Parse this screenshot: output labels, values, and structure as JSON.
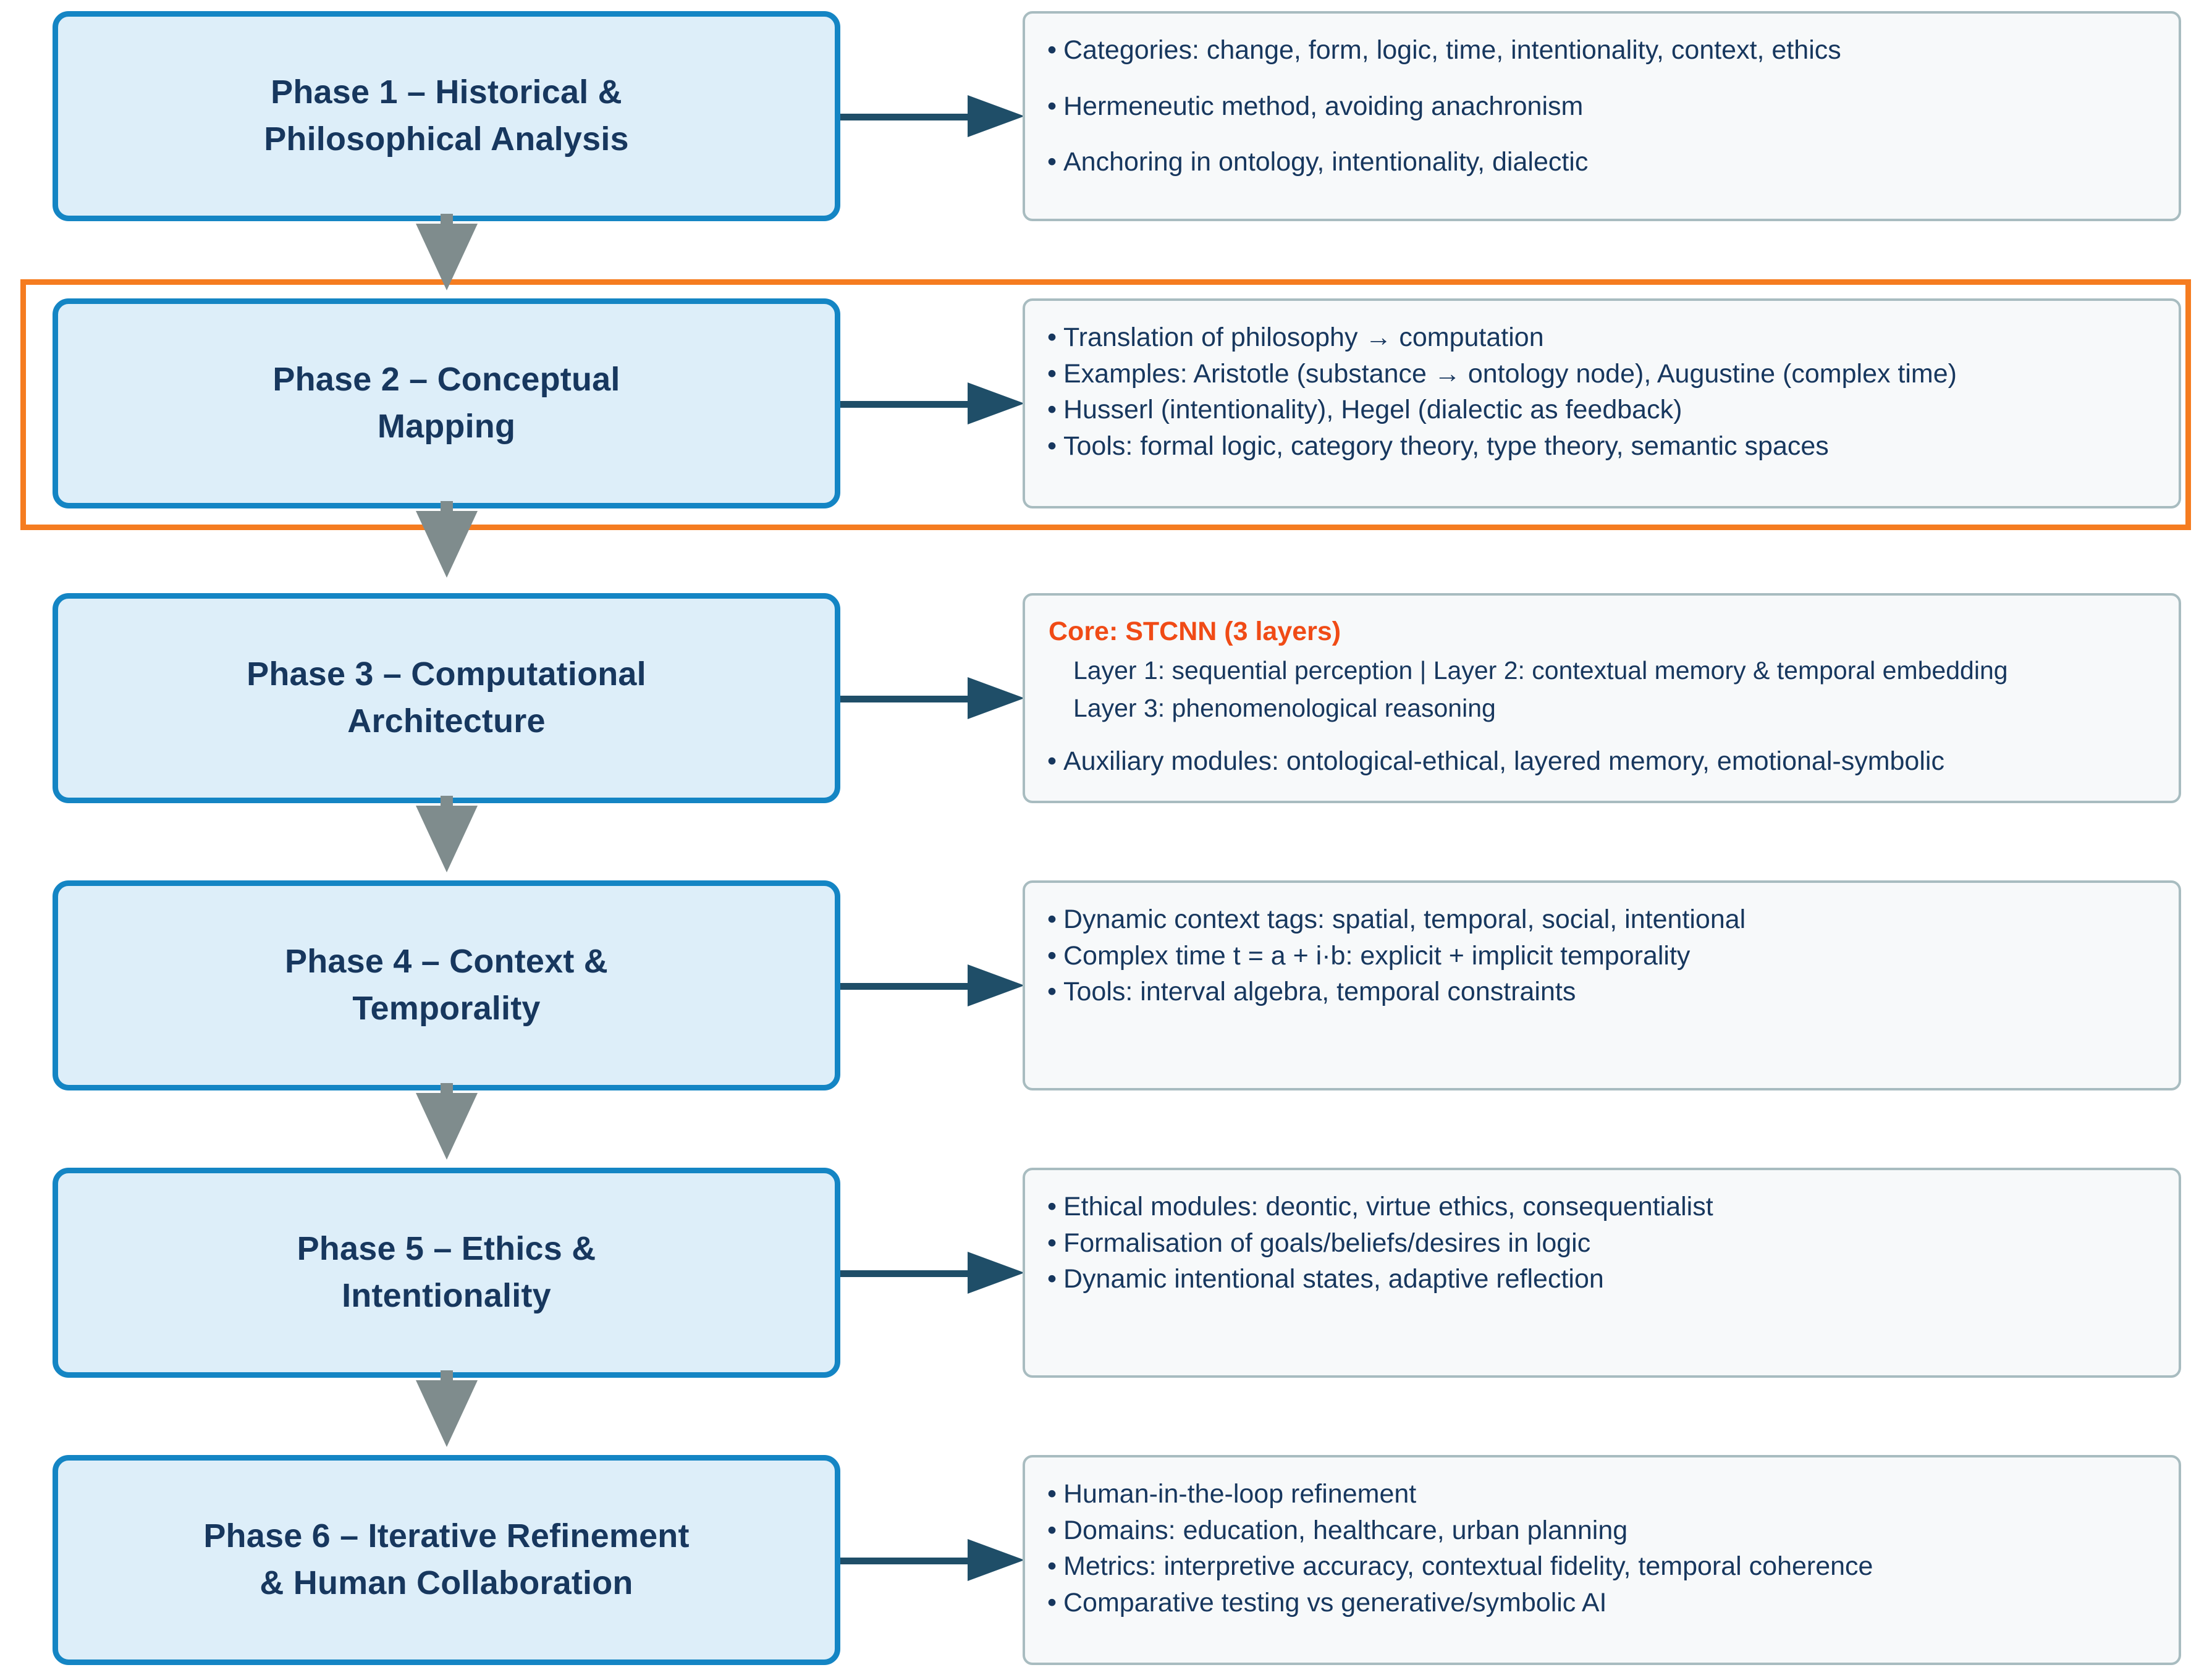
{
  "colors": {
    "phase_border": "#1485c4",
    "phase_fill": "#ddeef9",
    "text_navy": "#17375e",
    "detail_border": "#a8bcc0",
    "detail_fill": "#f7f9fa",
    "arrow_navy": "#1f4e68",
    "flow_arrow_gray": "#7f8c8d",
    "highlight_orange": "#f57c20",
    "core_orange": "#f04b16"
  },
  "highlight": {
    "name": "phase-2-highlight",
    "target_phase": "Phase 2 – Conceptual Mapping"
  },
  "phases": [
    {
      "id": "phase-1",
      "title_line1": "Phase 1 – Historical &",
      "title_line2": "Philosophical Analysis",
      "spacing": "loose",
      "bullets": [
        "Categories: change, form, logic, time, intentionality, context, ethics",
        "Hermeneutic method, avoiding anachronism",
        "Anchoring in ontology, intentionality, dialectic"
      ]
    },
    {
      "id": "phase-2",
      "title_line1": "Phase 2 – Conceptual",
      "title_line2": "Mapping",
      "spacing": "tight",
      "bullets": [
        "Translation of philosophy → computation",
        "Examples: Aristotle (substance → ontology node), Augustine (complex time)",
        "Husserl (intentionality), Hegel (dialectic as feedback)",
        "Tools: formal logic, category theory, type theory, semantic spaces"
      ]
    },
    {
      "id": "phase-3",
      "title_line1": "Phase 3 – Computational",
      "title_line2": "Architecture",
      "spacing": "tight",
      "core_heading": "Core: STCNN (3 layers)",
      "core_sublines": [
        "Layer 1: sequential perception | Layer 2: contextual memory & temporal embedding",
        "Layer 3: phenomenological reasoning"
      ],
      "bullets": [
        "Auxiliary modules: ontological-ethical, layered memory, emotional-symbolic"
      ]
    },
    {
      "id": "phase-4",
      "title_line1": "Phase 4 – Context &",
      "title_line2": "Temporality",
      "spacing": "tight",
      "bullets": [
        "Dynamic context tags: spatial, temporal, social, intentional",
        "Complex time t = a + i·b: explicit + implicit temporality",
        "Tools: interval algebra, temporal constraints"
      ]
    },
    {
      "id": "phase-5",
      "title_line1": "Phase 5 – Ethics &",
      "title_line2": "Intentionality",
      "spacing": "tight",
      "bullets": [
        "Ethical modules: deontic, virtue ethics, consequentialist",
        "Formalisation of goals/beliefs/desires in logic",
        "Dynamic intentional states, adaptive reflection"
      ]
    },
    {
      "id": "phase-6",
      "title_line1": "Phase 6 – Iterative Refinement",
      "title_line2": "& Human Collaboration",
      "spacing": "tight",
      "bullets": [
        "Human-in-the-loop refinement",
        "Domains: education, healthcare, urban planning",
        "Metrics: interpretive accuracy, contextual fidelity, temporal coherence",
        "Comparative testing vs generative/symbolic AI"
      ]
    }
  ],
  "bullet_glyph": "•"
}
